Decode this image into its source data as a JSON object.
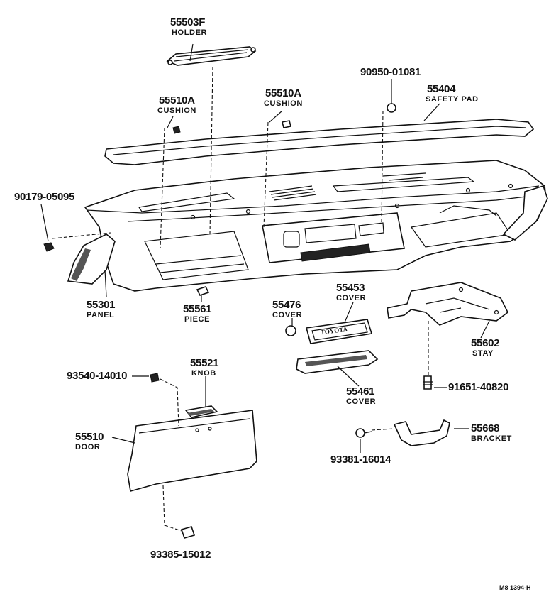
{
  "callouts": {
    "holder": {
      "number": "55503F",
      "name": "HOLDER"
    },
    "cushion_a": {
      "number": "55510A",
      "name": "CUSHION"
    },
    "cushion_b": {
      "number": "55510A",
      "name": "CUSHION"
    },
    "bolt_top": {
      "number": "90950-01081"
    },
    "safety_pad": {
      "number": "55404",
      "name": "SAFETY PAD"
    },
    "clip_left": {
      "number": "90179-05095"
    },
    "panel": {
      "number": "55301",
      "name": "PANEL"
    },
    "piece": {
      "number": "55561",
      "name": "PIECE"
    },
    "cover_a": {
      "number": "55476",
      "name": "COVER"
    },
    "cover_b": {
      "number": "55453",
      "name": "COVER"
    },
    "stay": {
      "number": "55602",
      "name": "STAY"
    },
    "screw_knob": {
      "number": "93540-14010"
    },
    "knob": {
      "number": "55521",
      "name": "KNOB"
    },
    "cover_c": {
      "number": "55461",
      "name": "COVER"
    },
    "bolt_stay": {
      "number": "91651-40820"
    },
    "door": {
      "number": "55510",
      "name": "DOOR"
    },
    "bracket": {
      "number": "55668",
      "name": "BRACKET"
    },
    "screw_bracket": {
      "number": "93381-16014"
    },
    "screw_door": {
      "number": "93385-15012"
    }
  },
  "emblem_text": "TOYOTA",
  "footer_code": "M8  1394-H"
}
